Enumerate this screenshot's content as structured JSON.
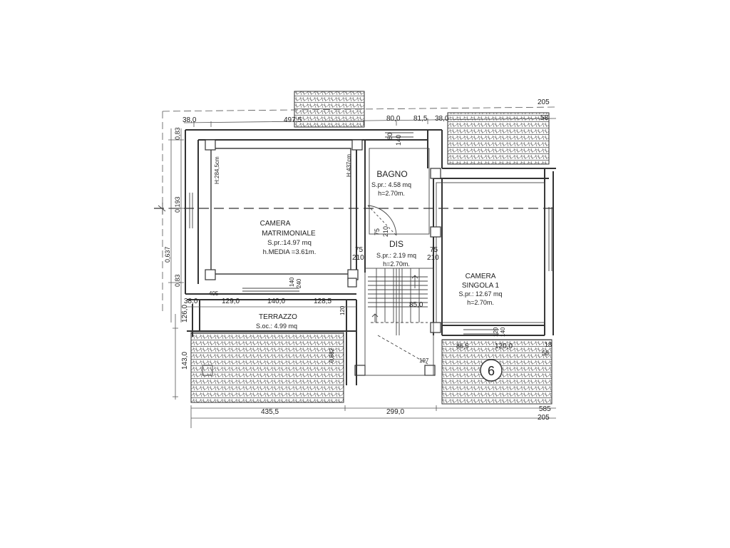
{
  "rooms": {
    "camera_matrimoniale": {
      "name_line1": "CAMERA",
      "name_line2": "MATRIMONIALE",
      "surface": "S.pr.:14.97 mq",
      "height": "h.MEDIA =3.61m.",
      "height_left": "H:284,5cm",
      "height_right": "H:437cm"
    },
    "bagno": {
      "name": "BAGNO",
      "surface": "S.pr.: 4.58 mq",
      "height": "h=2.70m."
    },
    "dis": {
      "name": "DIS",
      "surface": "S.pr.: 2.19 mq",
      "height": "h=2.70m."
    },
    "camera_singola": {
      "name_line1": "CAMERA",
      "name_line2": "SINGOLA 1",
      "surface": "S.pr.: 12.67 mq",
      "height": "h=2.70m."
    },
    "terrazzo": {
      "name": "TERRAZZO",
      "surface": "S.oc.: 4.99 mq"
    }
  },
  "plan_number": "6",
  "dimensions": {
    "top_row": [
      "38,0",
      "497,5",
      "80,0",
      "81,5",
      "38,0",
      "205",
      "58"
    ],
    "bagno_opening": [
      "80",
      "140"
    ],
    "left_column": [
      "0,83",
      "0,193",
      "0,83",
      "0,637"
    ],
    "door_bedroom_dis": [
      "75",
      "210"
    ],
    "door_bagno": [
      "75",
      "210"
    ],
    "door_dis_right": [
      "75",
      "210"
    ],
    "window_matrimoniale": [
      "140",
      "240"
    ],
    "terrace_row": [
      "405",
      "38,0",
      "129,0",
      "140,0",
      "128,5"
    ],
    "terrace_side": "120",
    "left_bottom": [
      "126,0",
      "143,0"
    ],
    "stair": [
      "85,0",
      "197"
    ],
    "window_singola": [
      "120",
      "140"
    ],
    "lower_right": [
      "86,5",
      "120,0",
      "18",
      "58"
    ],
    "terrace_roof_vertical": "0,682",
    "bottom_row": [
      "435,5",
      "299,0",
      "585",
      "205"
    ]
  }
}
